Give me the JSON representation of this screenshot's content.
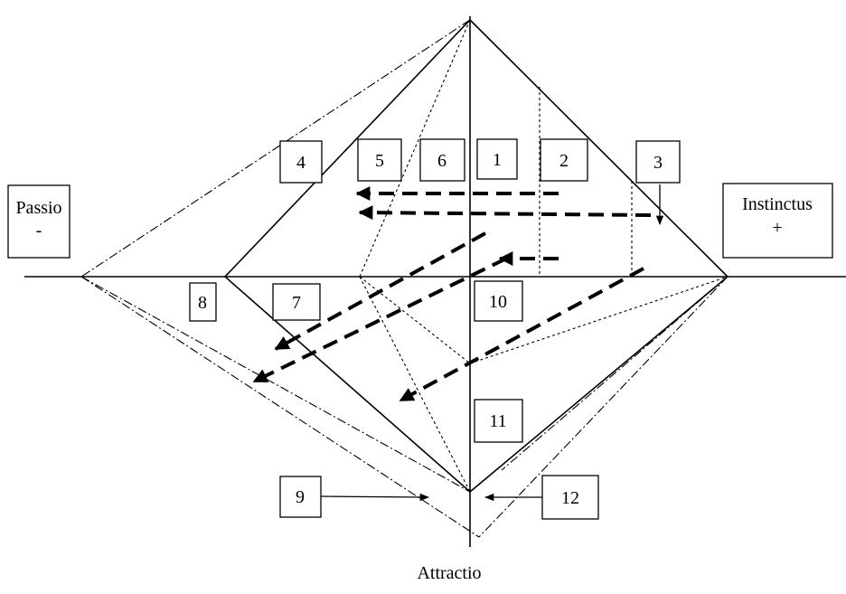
{
  "passio": {
    "line1": "Passio",
    "line2": "-"
  },
  "instinctus": {
    "line1": "Instinctus",
    "line2": "+"
  },
  "attractio": "Attractio",
  "boxes": {
    "b1": "1",
    "b2": "2",
    "b3": "3",
    "b4": "4",
    "b5": "5",
    "b6": "6",
    "b7": "7",
    "b8": "8",
    "b9": "9",
    "b10": "10",
    "b11": "11",
    "b12": "12"
  }
}
